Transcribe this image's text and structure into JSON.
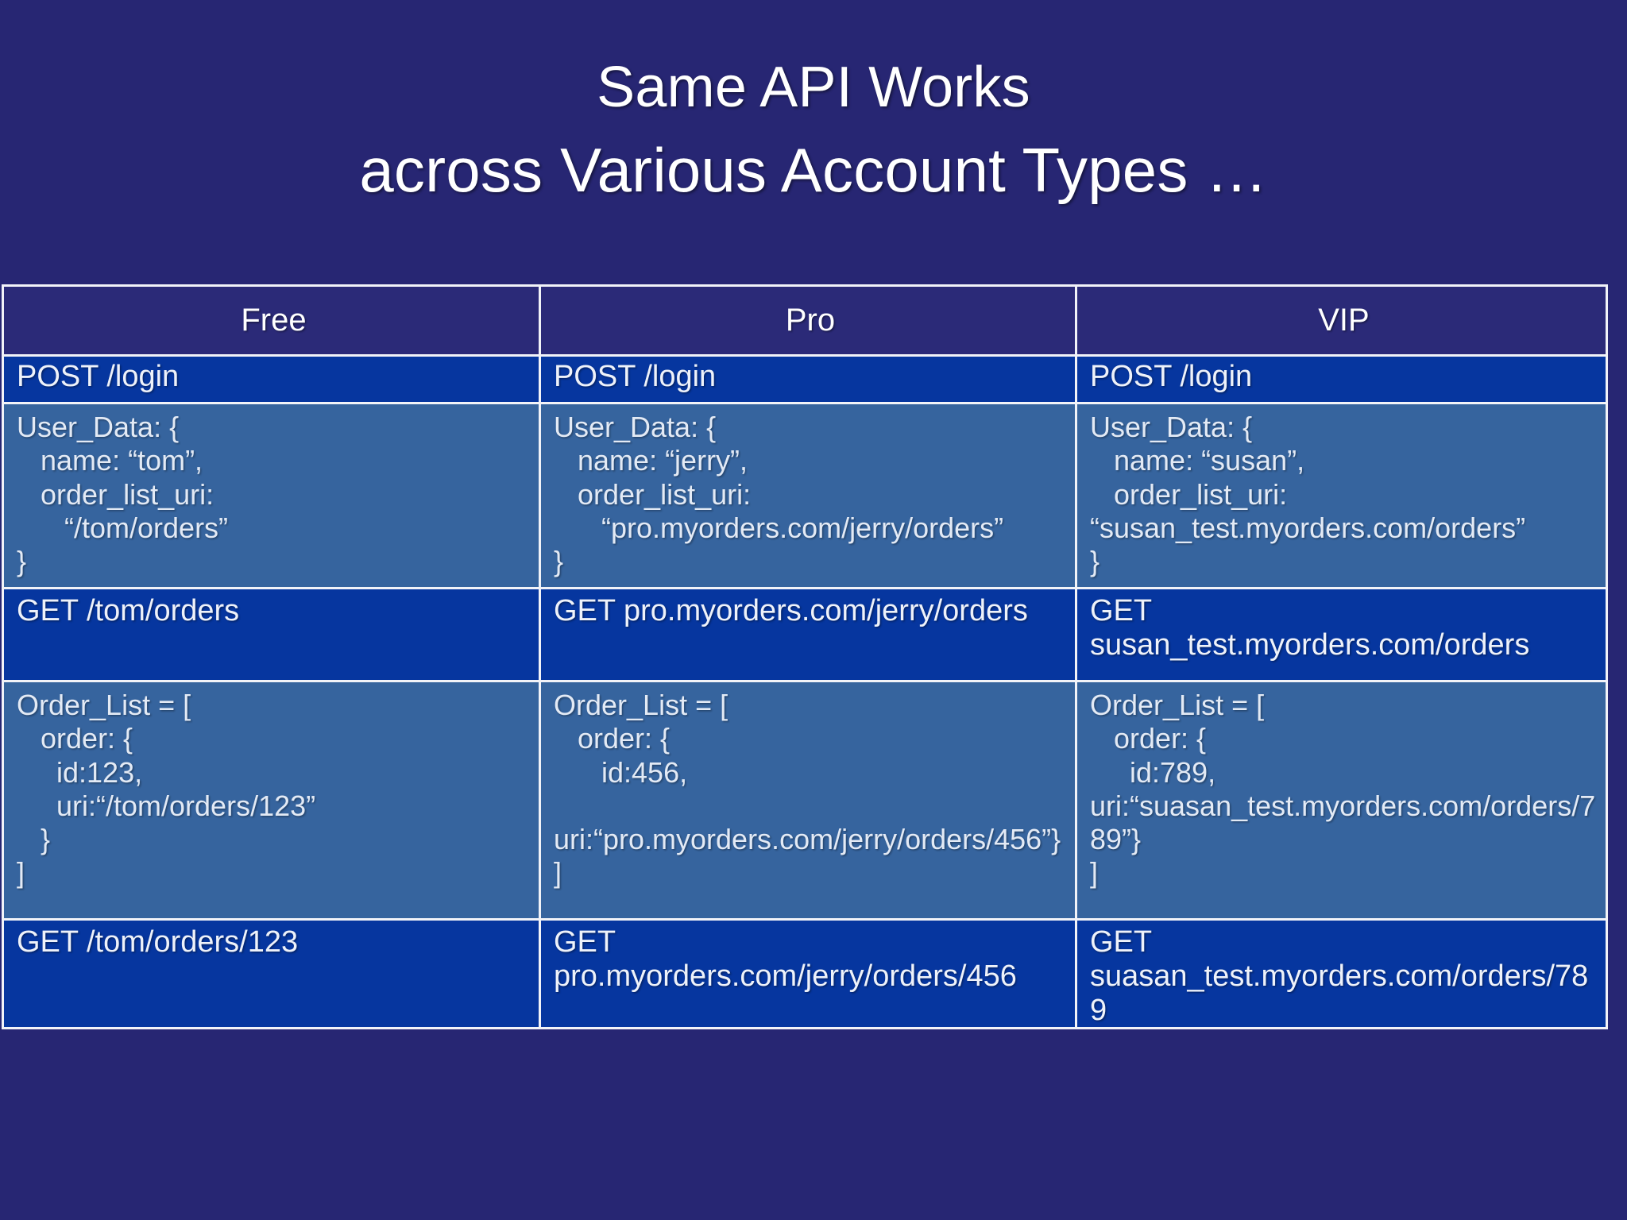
{
  "slide": {
    "background_color": "#272673",
    "title_line_1": "Same API Works",
    "title_line_2": "across Various Account Types …"
  },
  "colors": {
    "background": "#272673",
    "header_cell": "#2b2a78",
    "request_row": "#06369f",
    "payload_row": "#36649e",
    "border": "#f2f3f8",
    "text": "#e9eef7"
  },
  "table": {
    "columns": [
      "Free",
      "Pro",
      "VIP"
    ],
    "rows": [
      {
        "kind": "request",
        "cells": [
          "POST /login",
          "POST /login",
          "POST /login"
        ]
      },
      {
        "kind": "payload",
        "cells": [
          "User_Data: {\n   name: “tom”,\n   order_list_uri:\n      “/tom/orders”\n}",
          "User_Data: {\n   name: “jerry”,\n   order_list_uri:\n      “pro.myorders.com/jerry/orders”\n}",
          "User_Data: {\n   name: “susan”,\n   order_list_uri:\n“susan_test.myorders.com/orders”\n}"
        ]
      },
      {
        "kind": "request",
        "cells": [
          "GET /tom/orders",
          "GET pro.myorders.com/jerry/orders",
          "GET\nsusan_test.myorders.com/orders"
        ]
      },
      {
        "kind": "payload",
        "cells": [
          "Order_List = [\n   order: {\n     id:123,\n     uri:“/tom/orders/123”\n   }\n]",
          "Order_List = [\n   order: {\n      id:456,\n\nuri:“pro.myorders.com/jerry/orders/456”}\n]",
          "Order_List = [\n   order: {\n     id:789,\nuri:“suasan_test.myorders.com/orders/789”}\n]"
        ]
      },
      {
        "kind": "request",
        "cells": [
          "GET /tom/orders/123",
          "GET\npro.myorders.com/jerry/orders/456",
          "GET\nsuasan_test.myorders.com/orders/789"
        ]
      }
    ]
  }
}
